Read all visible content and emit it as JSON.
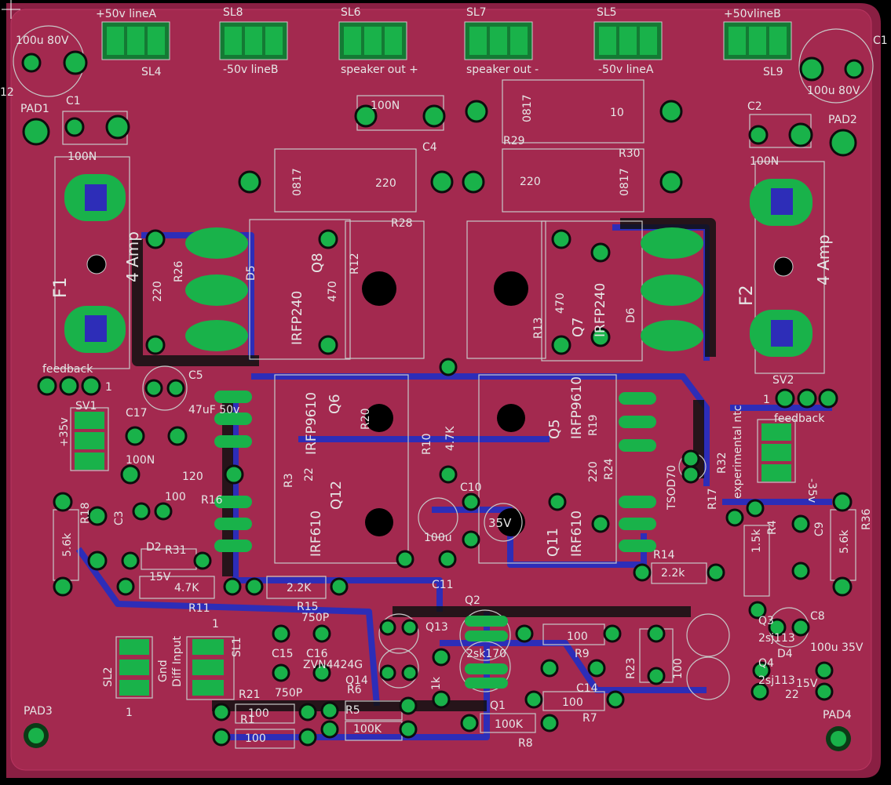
{
  "colors": {
    "board": "#8a1f43",
    "top_copper": "#a3294f",
    "bottom_copper": "#2d2db8",
    "pad": "#19b24a",
    "silk": "#d6d6d6",
    "background": "#000000"
  },
  "connectors_top": [
    {
      "name": "+50v lineA",
      "ref": "SL4"
    },
    {
      "name": "SL8",
      "ref": "-50v lineB"
    },
    {
      "name": "SL6",
      "ref": "speaker out +"
    },
    {
      "name": "SL7",
      "ref": "speaker out -"
    },
    {
      "name": "SL5",
      "ref": "-50v lineA"
    },
    {
      "name": "+50vlineB",
      "ref": "SL9"
    }
  ],
  "labels": {
    "c_left_top": "100u 80V",
    "c_right_top": "100u 80V",
    "c_left_num": "12",
    "c_right_ref": "C1",
    "pad1": "PAD1",
    "pad2": "PAD2",
    "pad3": "PAD3",
    "pad4": "PAD4",
    "c1": "C1",
    "c2": "C2",
    "c4": "C4",
    "c4_val": "100N",
    "c1_val": "100N",
    "c2_val": "100N",
    "r29": "R29",
    "r29_code": "0817",
    "r29_val": "10",
    "r28": "R28",
    "r28_code": "0817",
    "r28_val": "220",
    "r30": "R30",
    "r30_code": "0817",
    "r30_val": "220",
    "f1": "F1",
    "f1_val": "4 Amp",
    "f2": "F2",
    "f2_val": "4 Amp",
    "r26": "R26",
    "r26_val": "220",
    "r12": "R12",
    "r12_val": "470",
    "r13": "R13",
    "r13_val": "470",
    "q8": "Q8",
    "q8_part": "IRFP240",
    "q7": "Q7",
    "q7_part": "IRFP240",
    "d5": "D5",
    "d6": "D6",
    "feedback_l": "feedback",
    "feedback_r": "feedback",
    "sv1": "SV1",
    "sv2": "SV2",
    "sv_pin1": "1",
    "c5": "C5",
    "c5_val": "47uF 50v",
    "c17": "C17",
    "c17_val": "100N",
    "p35": "+35v",
    "m35": "-35v",
    "r_120": "120",
    "r16": "R16",
    "c3": "C3",
    "c3_val": "100",
    "r18": "R18",
    "r18_val": "5.6k",
    "r36": "R36",
    "r36_val": "5.6k",
    "d2": "D2",
    "d2_val": "15V",
    "r31": "R31",
    "r11": "R11",
    "r11_val": "4.7K",
    "r15": "R15",
    "r15_val": "2.2K",
    "q6": "Q6",
    "q6_part": "IRFP9610",
    "q5": "Q5",
    "q5_part": "IRFP9610",
    "q12": "Q12",
    "q12_part": "IRF610",
    "q11": "Q11",
    "q11_part": "IRF610",
    "r10": "R10",
    "r10_val": "4.7K",
    "r3": "R3",
    "r3_val": "22",
    "r20": "R20",
    "r19": "R19",
    "r24": "R24",
    "r24_val": "220",
    "c10": "C10",
    "c10_val": "100u",
    "c11": "C11",
    "d3_val": "35V",
    "r14": "R14",
    "r14_val": "2.2k",
    "r17": "R17",
    "sod70": "TSOD70",
    "r32": "R32",
    "exp": "experimental ntc",
    "r4": "R4",
    "r4_val": "1.5k",
    "c9": "C9",
    "c8": "C8",
    "c8_val": "100u 35V",
    "q3": "Q3",
    "q3_part": "2sj113",
    "q4": "Q4",
    "q4_part": "2sj113",
    "d4": "D4",
    "d4_val": "15V",
    "r22_val": "22",
    "c15": "C15",
    "c15_val": "750P",
    "c16": "C16",
    "c16_val": "750P",
    "zvn": "ZVN4424G",
    "q13": "Q13",
    "q14": "Q14",
    "q2": "Q2",
    "q2_part": "2sk170",
    "q1": "Q1",
    "r6": "R6",
    "r5": "R5",
    "r8": "R8",
    "r8_val": "100K",
    "r5_val": "100K",
    "r1": "R1",
    "r1_val": "100",
    "r21": "R21",
    "r21_val": "100",
    "r7": "R7",
    "r7_val": "100",
    "r9_val": "100",
    "r23": "R23",
    "r23_val": "100",
    "c14": "C14",
    "r9": "R9",
    "r2_val": "1k",
    "sl2": "SL2",
    "sl1": "SL1",
    "gnd": "Gnd",
    "diff_input": "Diff Input",
    "pin1": "1"
  }
}
